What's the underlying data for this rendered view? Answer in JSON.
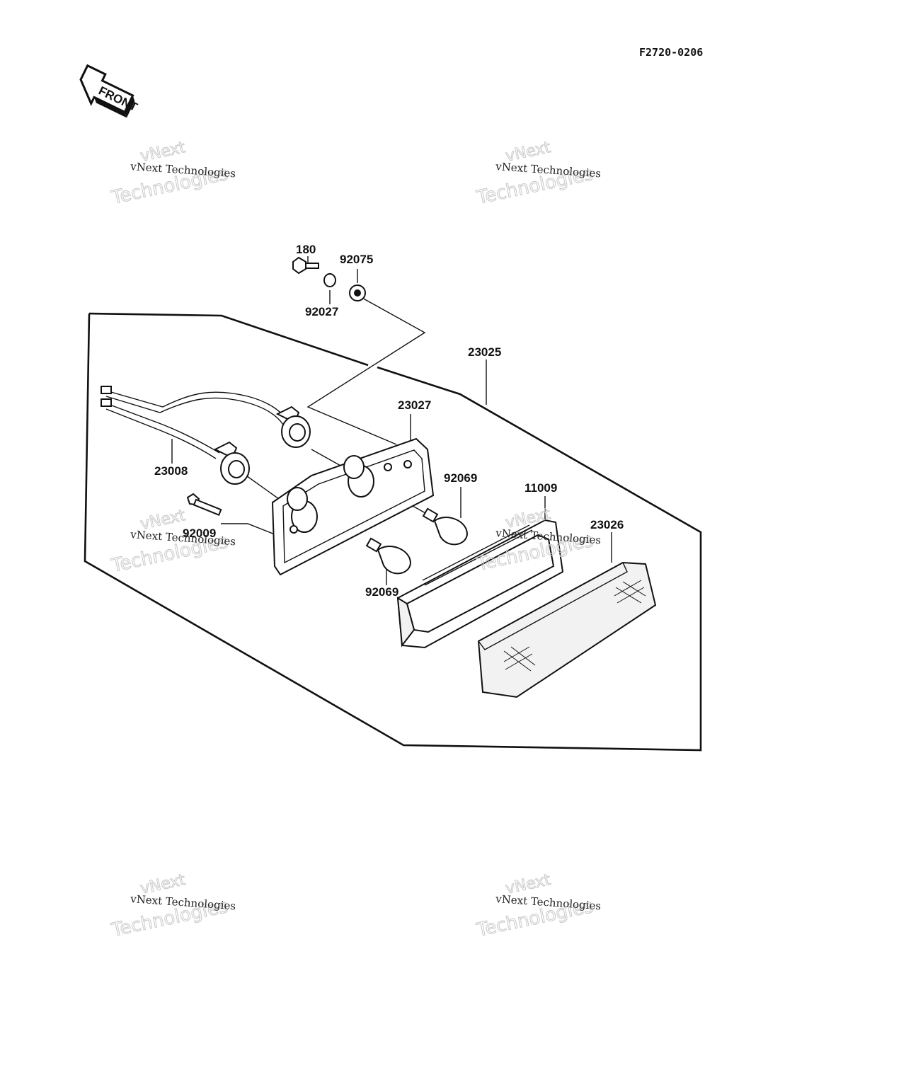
{
  "diagram_code": "F2720-0206",
  "front_label": "FRONT",
  "watermark": {
    "line": "vNext Technologies",
    "ghost_top": "vNext",
    "ghost_bottom": "Technologies"
  },
  "parts": [
    {
      "id": "p180",
      "number": "180"
    },
    {
      "id": "p92075",
      "number": "92075"
    },
    {
      "id": "p92027",
      "number": "92027"
    },
    {
      "id": "p23025",
      "number": "23025"
    },
    {
      "id": "p23027",
      "number": "23027"
    },
    {
      "id": "p23008",
      "number": "23008"
    },
    {
      "id": "p92069a",
      "number": "92069"
    },
    {
      "id": "p11009",
      "number": "11009"
    },
    {
      "id": "p23026",
      "number": "23026"
    },
    {
      "id": "p92009",
      "number": "92009"
    },
    {
      "id": "p92069b",
      "number": "92069"
    }
  ]
}
